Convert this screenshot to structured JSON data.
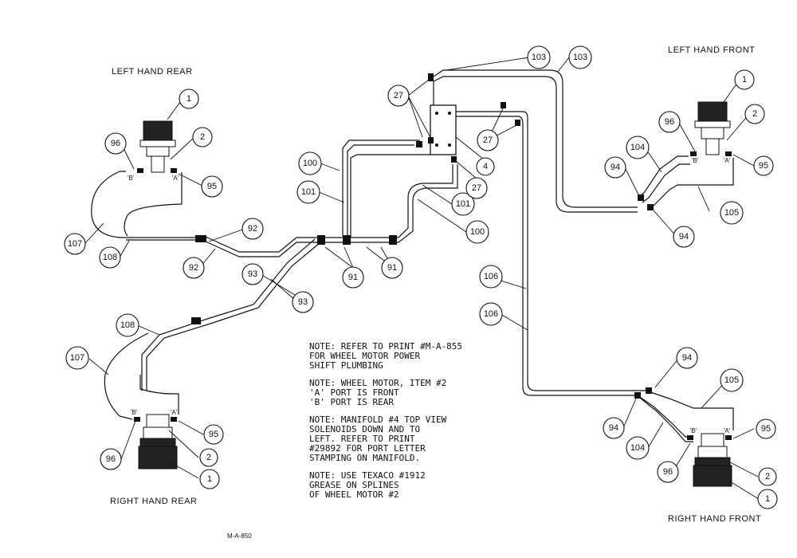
{
  "corners": {
    "left_rear": "LEFT HAND REAR",
    "left_front": "LEFT HAND FRONT",
    "right_rear": "RIGHT HAND REAR",
    "right_front": "RIGHT HAND FRONT"
  },
  "ports": {
    "a": "'A'",
    "b": "'B'"
  },
  "drawing_number": "M-A-850",
  "notes": [
    [
      "NOTE:  REFER TO PRINT #M-A-855",
      "       FOR WHEEL MOTOR POWER",
      "       SHIFT PLUMBING"
    ],
    [
      "NOTE:  WHEEL MOTOR, ITEM #2",
      "       'A' PORT IS FRONT",
      "       'B' PORT IS REAR"
    ],
    [
      "NOTE:  MANIFOLD #4 TOP VIEW",
      "       SOLENOIDS DOWN AND TO",
      "       LEFT. REFER TO PRINT",
      "       #29892 FOR PORT LETTER",
      "       STAMPING ON MANIFOLD."
    ],
    [
      "NOTE:  USE TEXACO #1912",
      "GREASE ON SPLINES",
      "OF WHEEL MOTOR #2"
    ]
  ],
  "callouts": [
    {
      "id": "lr-1",
      "label": "1"
    },
    {
      "id": "lr-2",
      "label": "2"
    },
    {
      "id": "lr-96",
      "label": "96"
    },
    {
      "id": "lr-95",
      "label": "95"
    },
    {
      "id": "lr-107",
      "label": "107"
    },
    {
      "id": "lr-108",
      "label": "108"
    },
    {
      "id": "c-92a",
      "label": "92"
    },
    {
      "id": "c-92b",
      "label": "92"
    },
    {
      "id": "c-93a",
      "label": "93"
    },
    {
      "id": "c-93b",
      "label": "93"
    },
    {
      "id": "c-100a",
      "label": "100"
    },
    {
      "id": "c-101a",
      "label": "101"
    },
    {
      "id": "c-101b",
      "label": "101"
    },
    {
      "id": "c-100b",
      "label": "100"
    },
    {
      "id": "c-91a",
      "label": "91"
    },
    {
      "id": "c-91b",
      "label": "91"
    },
    {
      "id": "c-27a",
      "label": "27"
    },
    {
      "id": "c-27b",
      "label": "27"
    },
    {
      "id": "c-27c",
      "label": "27"
    },
    {
      "id": "c-4",
      "label": "4"
    },
    {
      "id": "c-103a",
      "label": "103"
    },
    {
      "id": "c-103b",
      "label": "103"
    },
    {
      "id": "lf-1",
      "label": "1"
    },
    {
      "id": "lf-2",
      "label": "2"
    },
    {
      "id": "lf-96",
      "label": "96"
    },
    {
      "id": "lf-95",
      "label": "95"
    },
    {
      "id": "lf-104",
      "label": "104"
    },
    {
      "id": "lf-94a",
      "label": "94"
    },
    {
      "id": "lf-94b",
      "label": "94"
    },
    {
      "id": "lf-105",
      "label": "105"
    },
    {
      "id": "c-106a",
      "label": "106"
    },
    {
      "id": "c-106b",
      "label": "106"
    },
    {
      "id": "rr-108",
      "label": "108"
    },
    {
      "id": "rr-107",
      "label": "107"
    },
    {
      "id": "rr-95",
      "label": "95"
    },
    {
      "id": "rr-96",
      "label": "96"
    },
    {
      "id": "rr-2",
      "label": "2"
    },
    {
      "id": "rr-1",
      "label": "1"
    },
    {
      "id": "rf-94a",
      "label": "94"
    },
    {
      "id": "rf-105",
      "label": "105"
    },
    {
      "id": "rf-94b",
      "label": "94"
    },
    {
      "id": "rf-104",
      "label": "104"
    },
    {
      "id": "rf-95",
      "label": "95"
    },
    {
      "id": "rf-96",
      "label": "96"
    },
    {
      "id": "rf-2",
      "label": "2"
    },
    {
      "id": "rf-1",
      "label": "1"
    }
  ]
}
